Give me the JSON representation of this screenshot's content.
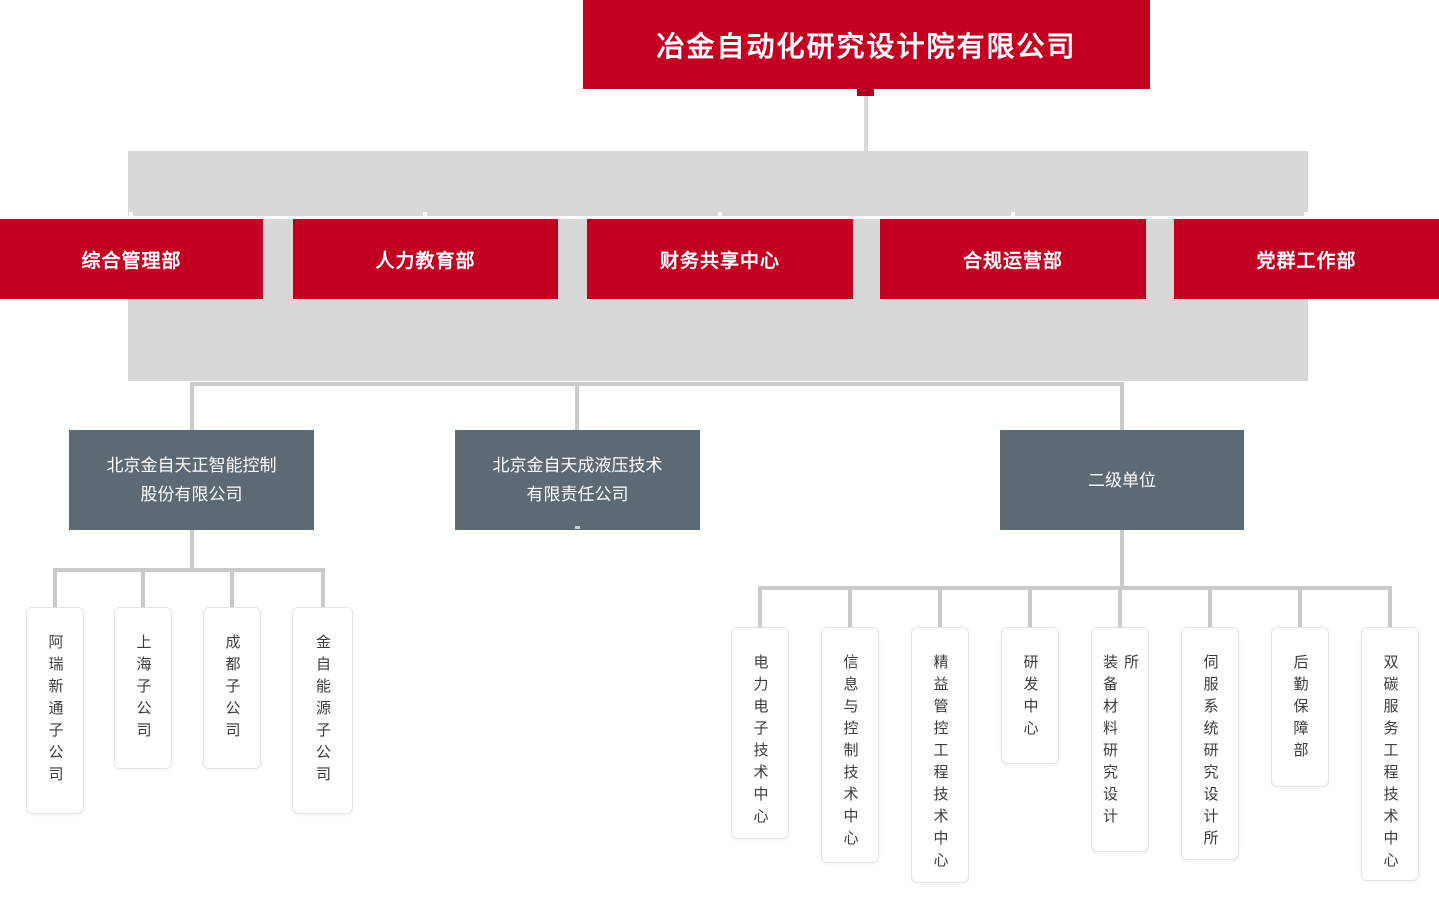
{
  "root": {
    "label": "冶金自动化研究设计院有限公司"
  },
  "departments": [
    {
      "label": "综合管理部"
    },
    {
      "label": "人力教育部"
    },
    {
      "label": "财务共享中心"
    },
    {
      "label": "合规运营部"
    },
    {
      "label": "党群工作部"
    }
  ],
  "subsidiaries": [
    {
      "lines": [
        "北京金自天正智能控制",
        "股份有限公司"
      ]
    },
    {
      "lines": [
        "北京金自天成液压技术",
        "有限责任公司"
      ]
    },
    {
      "lines": [
        "二级单位"
      ]
    }
  ],
  "tianzheng_children": [
    {
      "label": "阿瑞新通子公司"
    },
    {
      "label": "上海子公司"
    },
    {
      "label": "成都子公司"
    },
    {
      "label": "金自能源子公司"
    }
  ],
  "secondary_units": [
    {
      "label": "电力电子技术中心"
    },
    {
      "label": "信息与控制技术中心"
    },
    {
      "label": "精益管控工程技术中心"
    },
    {
      "label": "研发中心"
    },
    {
      "label": "装备材料研究设计所"
    },
    {
      "label": "伺服系统研究设计所"
    },
    {
      "label": "后勤保障部"
    },
    {
      "label": "双碳服务工程技术中心"
    }
  ],
  "colors": {
    "primary_red": "#C30021",
    "notch_red": "#B00020",
    "band_gray": "#D8D8D8",
    "line_gray": "#CACACA",
    "slate": "#5E6A73",
    "card_border": "#E3E3E3",
    "card_text": "#3C3C3C"
  }
}
